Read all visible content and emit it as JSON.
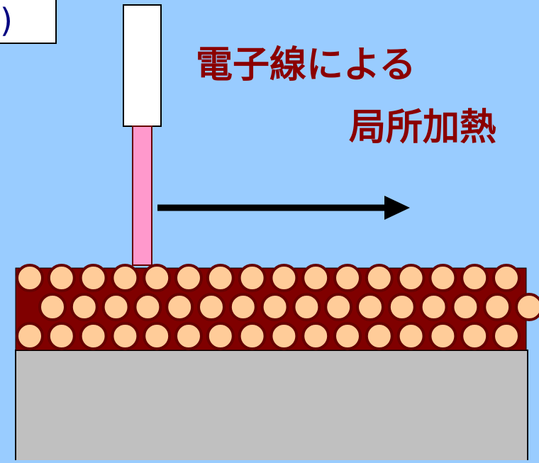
{
  "label_box": {
    "text": ")"
  },
  "heading": {
    "line1": "電子線による",
    "line2": "局所加熱"
  },
  "colors": {
    "background": "#99CCFF",
    "heading": "#8B0000",
    "particle_fill": "#FFCC99",
    "particle_stroke": "#660000",
    "binder": "#800000",
    "substrate": "#C0C0C0",
    "beam": "#FF99CC",
    "arrow": "#000000",
    "label_text": "#000080"
  },
  "particle_rows": [
    {
      "count": 16
    },
    {
      "count": 16
    },
    {
      "count": 16
    }
  ]
}
